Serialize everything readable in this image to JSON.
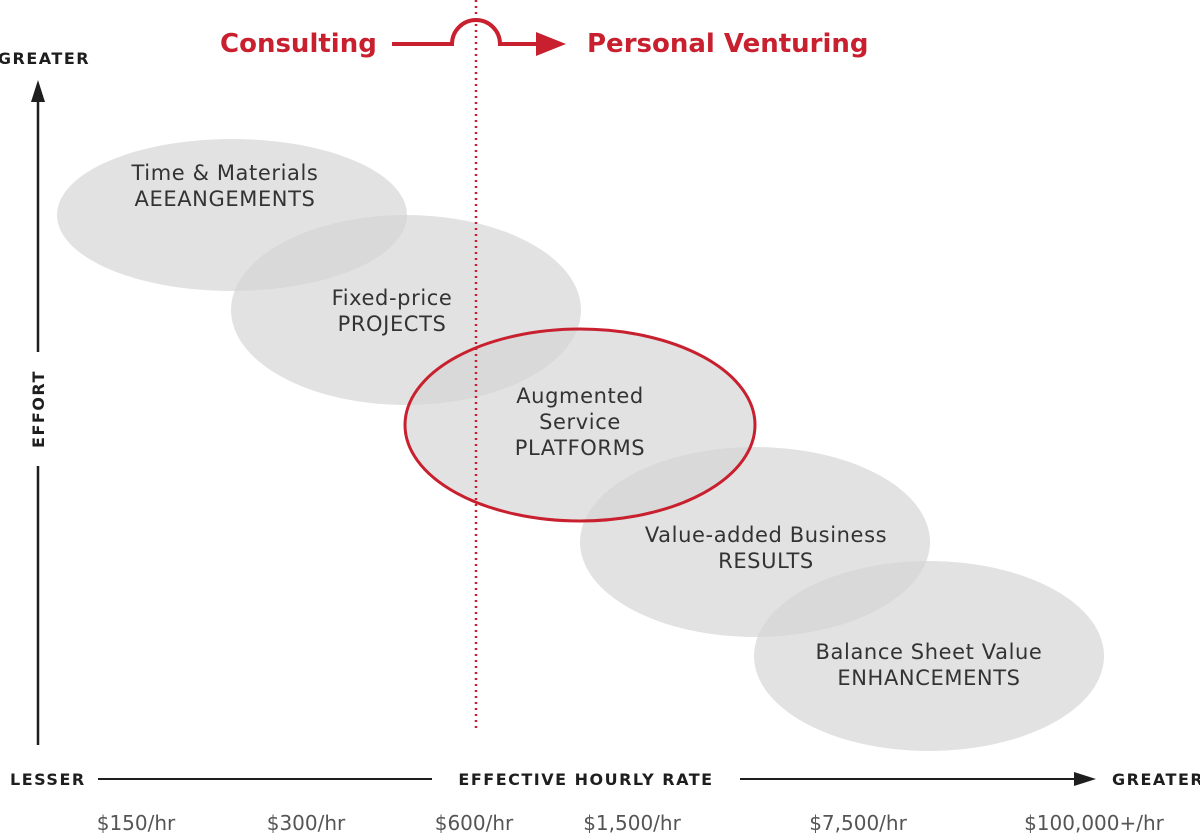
{
  "header": {
    "left_label": "Consulting",
    "right_label": "Personal Venturing"
  },
  "y_axis": {
    "label": "EFFORT",
    "top_label": "GREATER"
  },
  "x_axis": {
    "label": "EFFECTIVE HOURLY RATE",
    "left_label": "LESSER",
    "right_label": "GREATER",
    "ticks": [
      "$150/hr",
      "$300/hr",
      "$600/hr",
      "$1,500/hr",
      "$7,500/hr",
      "$100,000+/hr"
    ]
  },
  "stages": [
    {
      "line1": "Time & Materials",
      "line2": "AEEANGEMENTS"
    },
    {
      "line1": "Fixed-price",
      "line2": "PROJECTS"
    },
    {
      "line1": "Augmented",
      "line2": "Service",
      "line3": "PLATFORMS",
      "highlighted": true
    },
    {
      "line1": "Value-added Business",
      "line2": "RESULTS"
    },
    {
      "line1": "Balance Sheet Value",
      "line2": "ENHANCEMENTS"
    }
  ],
  "colors": {
    "accent": "#c8202e",
    "ellipse_fill": "#e2e2e2",
    "axis": "#1e1e1e",
    "tick_text": "#555555"
  }
}
